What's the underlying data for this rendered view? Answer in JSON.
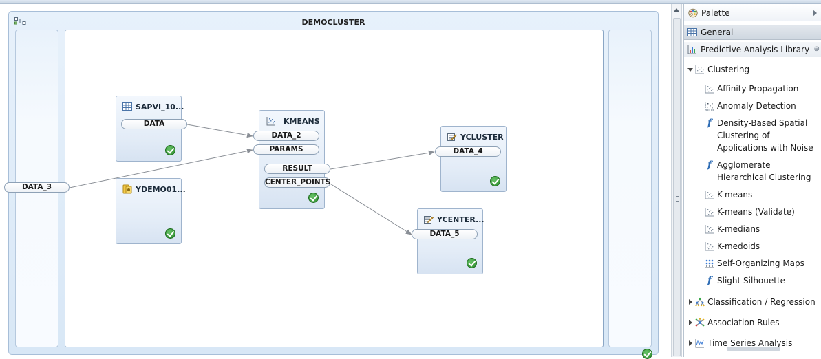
{
  "cluster": {
    "title": "DEMOCLUSTER"
  },
  "nodes": {
    "sapvi": {
      "title": "SAPVI_10...",
      "ports": [
        "DATA"
      ]
    },
    "ydemo": {
      "title": "YDEMO01..."
    },
    "kmeans": {
      "title": "KMEANS",
      "inputs": [
        "DATA_2",
        "PARAMS"
      ],
      "outputs": [
        "RESULT",
        "CENTER_POINTS"
      ]
    },
    "ycluster": {
      "title": "YCLUSTER",
      "ports": [
        "DATA_4"
      ]
    },
    "ycenter": {
      "title": "YCENTER...",
      "ports": [
        "DATA_5"
      ]
    },
    "data3": {
      "label": "DATA_3"
    }
  },
  "palette": {
    "title": "Palette",
    "drawers": {
      "general": "General",
      "pal": "Predictive Analysis Library"
    },
    "tree": [
      {
        "label": "Clustering",
        "level": 0,
        "expanded": true,
        "icon": "scatter-icon"
      },
      {
        "label": "Affinity Propagation",
        "level": 1,
        "icon": "scatter-icon"
      },
      {
        "label": "Anomaly Detection",
        "level": 1,
        "icon": "scatter-dashed-icon"
      },
      {
        "label": "Density-Based Spatial Clustering of Applications with Noise",
        "level": 1,
        "icon": "function-icon"
      },
      {
        "label": "Agglomerate Hierarchical Clustering",
        "level": 1,
        "icon": "function-icon"
      },
      {
        "label": "K-means",
        "level": 1,
        "icon": "scatter-icon"
      },
      {
        "label": "K-means (Validate)",
        "level": 1,
        "icon": "scatter-icon"
      },
      {
        "label": "K-medians",
        "level": 1,
        "icon": "scatter-icon"
      },
      {
        "label": "K-medoids",
        "level": 1,
        "icon": "scatter-icon"
      },
      {
        "label": "Self-Organizing Maps",
        "level": 1,
        "icon": "grid-dots-icon"
      },
      {
        "label": "Slight Silhouette",
        "level": 1,
        "icon": "function-icon"
      },
      {
        "label": "Classification / Regression",
        "level": 0,
        "expanded": false,
        "icon": "tree-icon"
      },
      {
        "label": "Association Rules",
        "level": 0,
        "expanded": false,
        "icon": "network-icon"
      },
      {
        "label": "Time Series Analysis",
        "level": 0,
        "expanded": false,
        "icon": "timeseries-icon"
      }
    ]
  },
  "colors": {
    "accent": "#2f6db5",
    "ok": "#2b8a2b",
    "edge": "#8a8f96"
  }
}
